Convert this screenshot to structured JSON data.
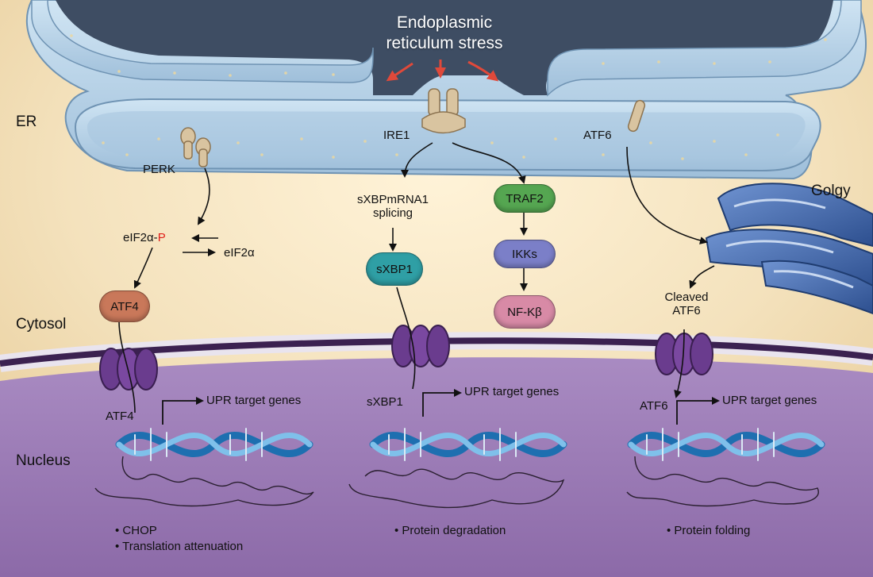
{
  "regions": {
    "er": "ER",
    "cytosol": "Cytosol",
    "nucleus": "Nucleus",
    "golgy": "Golgy"
  },
  "stress_label": [
    "Endoplasmic",
    "reticulum stress"
  ],
  "sensors": {
    "perk": "PERK",
    "ire1": "IRE1",
    "atf6": "ATF6"
  },
  "perk_branch": {
    "eif2a_p_prefix": "eIF2α-",
    "eif2a_p_suffix": "P",
    "eif2a": "eIF2α",
    "atf4_cytosol": "ATF4",
    "atf4_nucleus": "ATF4",
    "target": "UPR target genes",
    "outcomes": [
      "• CHOP",
      "• Translation attenuation"
    ]
  },
  "ire1_branch": {
    "splicing": [
      "sXBPmRNA1",
      "splicing"
    ],
    "sxbp1_cytosol": "sXBP1",
    "sxbp1_nucleus": "sXBP1",
    "traf2": "TRAF2",
    "ikks": "IKKs",
    "nfkb": "NF-Kβ",
    "target": "UPR target genes",
    "outcomes": [
      "• Protein degradation"
    ]
  },
  "atf6_branch": {
    "cleaved": [
      "Cleaved",
      "ATF6"
    ],
    "atf6_nucleus": "ATF6",
    "target": "UPR target genes",
    "outcomes": [
      "• Protein folding"
    ]
  },
  "colors": {
    "er_lumen": "#3e4d63",
    "er_membrane": "#b9d6ec",
    "cytosol_bg": "#f4e6c8",
    "nucleus_bg": "#9b7bb6",
    "pore": "#6a3c8e",
    "atf4_pill": "#c9785a",
    "sxbp1_pill": "#2f9fa5",
    "traf2_pill": "#55a651",
    "ikks_pill": "#7b7fc8",
    "nfkb_pill": "#d88aa6",
    "golgi": "#3d63a8",
    "stress_arrow": "#e0493a"
  }
}
